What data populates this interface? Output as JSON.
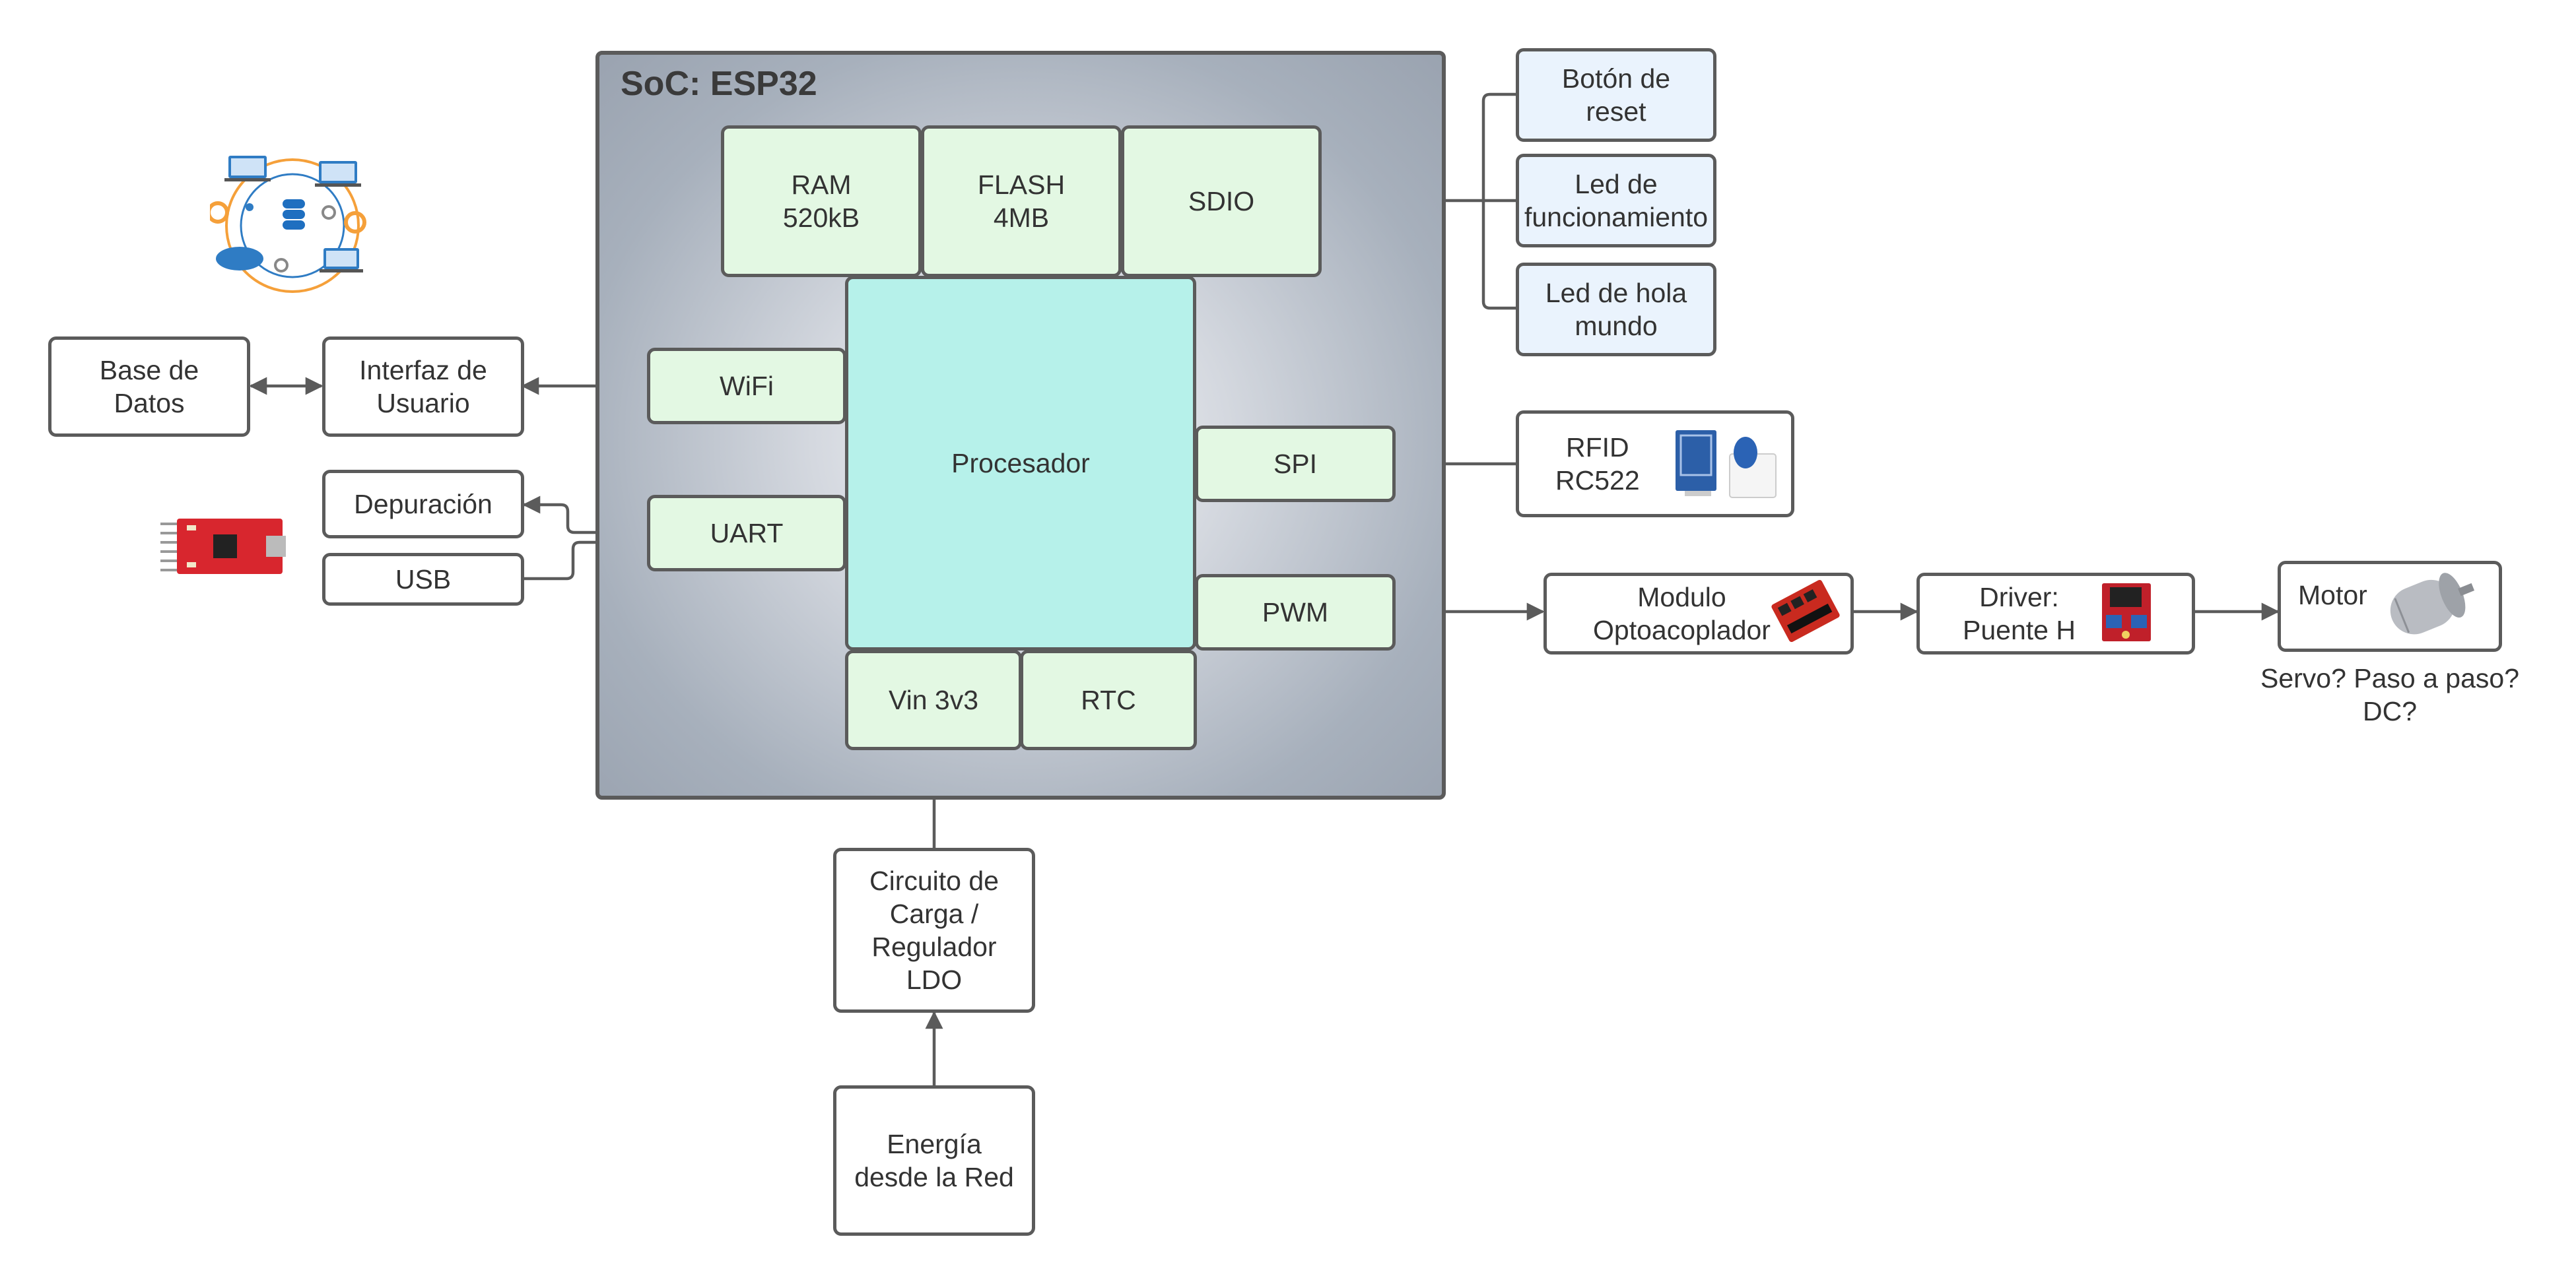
{
  "soc": {
    "title": "SoC: ESP32"
  },
  "blocks": {
    "ram": "RAM\n520kB",
    "flash": "FLASH\n4MB",
    "sdio": "SDIO",
    "wifi": "WiFi",
    "uart": "UART",
    "cpu": "Procesador",
    "spi": "SPI",
    "pwm": "PWM",
    "vin": "Vin 3v3",
    "rtc": "RTC"
  },
  "peripherals": {
    "reset_button": "Botón de\nreset",
    "led_status": "Led de\nfuncionamiento",
    "led_hello": "Led de hola\nmundo",
    "rfid": "RFID\nRC522",
    "optocoupler": "Modulo\nOptoacoplador",
    "driver": "Driver:\nPuente H",
    "motor": "Motor",
    "motor_note": "Servo? Paso a paso?\nDC?"
  },
  "host": {
    "database": "Base de\nDatos",
    "user_interface": "Interfaz de\nUsuario",
    "debug": "Depuración",
    "usb": "USB"
  },
  "power": {
    "charger": "Circuito de\nCarga /\nRegulador\nLDO",
    "mains": "Energía\ndesde la Red"
  },
  "colors": {
    "border": "#5b5b5b",
    "block_green": "#e3f8e3",
    "processor_teal": "#b6f1ea",
    "peripheral_blue": "#eaf3fd",
    "soc_gray": "#a7b0bc",
    "arrow": "#5b5b5b"
  },
  "icons": [
    "network-database-illustration",
    "usb-serial-adapter-board",
    "rfid-reader-module",
    "optocoupler-module-board",
    "h-bridge-driver-board",
    "dc-motor-photo"
  ]
}
